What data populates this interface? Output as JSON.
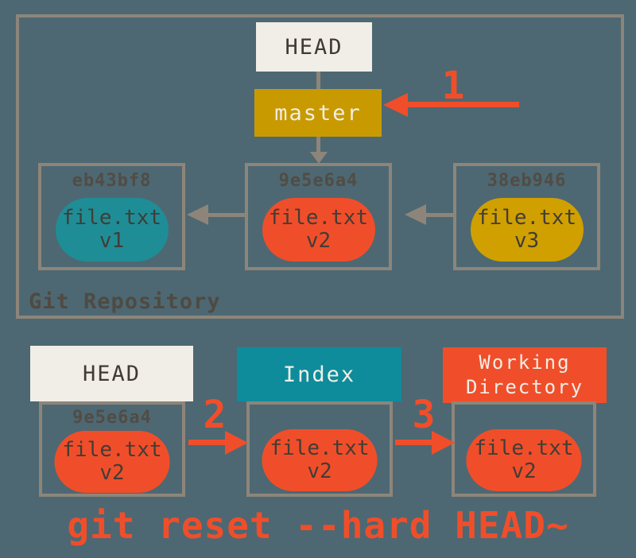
{
  "colors": {
    "background": "#4D6872",
    "border_gray": "#8D857A",
    "offwhite": "#F0EEE6",
    "branch_gold": "#C89A00",
    "pill_gold": "#D0A000",
    "pill_teal": "#1F8D96",
    "index_teal": "#0E8C9B",
    "accent_orange": "#F04E2A",
    "dark_text": "#3F3A33",
    "hash_text": "#514C44"
  },
  "repository": {
    "label": "Git Repository",
    "head_label": "HEAD",
    "branch_label": "master",
    "commits": [
      {
        "hash": "eb43bf8",
        "file": "file.txt",
        "version": "v1"
      },
      {
        "hash": "9e5e6a4",
        "file": "file.txt",
        "version": "v2"
      },
      {
        "hash": "38eb946",
        "file": "file.txt",
        "version": "v3"
      }
    ]
  },
  "steps": {
    "one": "1",
    "two": "2",
    "three": "3"
  },
  "areas": [
    {
      "title": "HEAD",
      "hash": "9e5e6a4",
      "file": "file.txt",
      "version": "v2"
    },
    {
      "title": "Index",
      "file": "file.txt",
      "version": "v2"
    },
    {
      "title": "Working Directory",
      "file": "file.txt",
      "version": "v2"
    }
  ],
  "command": {
    "text": "git reset --hard HEAD~"
  }
}
